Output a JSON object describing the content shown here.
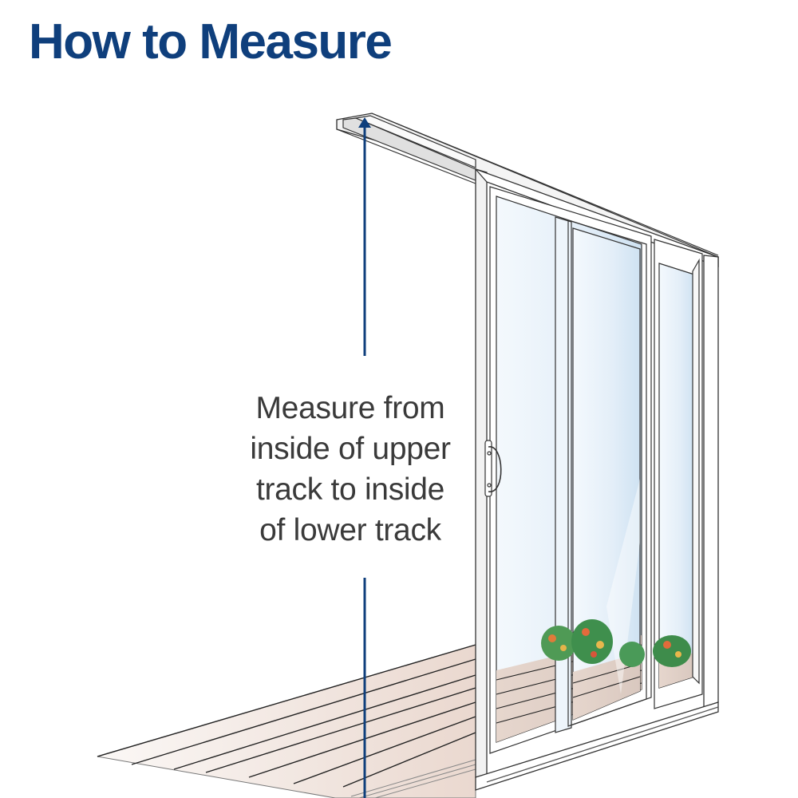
{
  "title": "How to Measure",
  "instruction": {
    "lines": [
      "Measure from",
      "inside of upper",
      "track to inside",
      "of lower track"
    ]
  },
  "colors": {
    "title": "#0f3f7c",
    "measure_line": "#0f3f7c",
    "instruction_text": "#3a3a3a",
    "glass": "#dcebf7",
    "floor": "#efe3dc",
    "frame": "#ffffff",
    "outline": "#333333"
  },
  "illustration": {
    "subject": "sliding patio door",
    "panels": 3,
    "measurement": "upper track to lower track"
  }
}
